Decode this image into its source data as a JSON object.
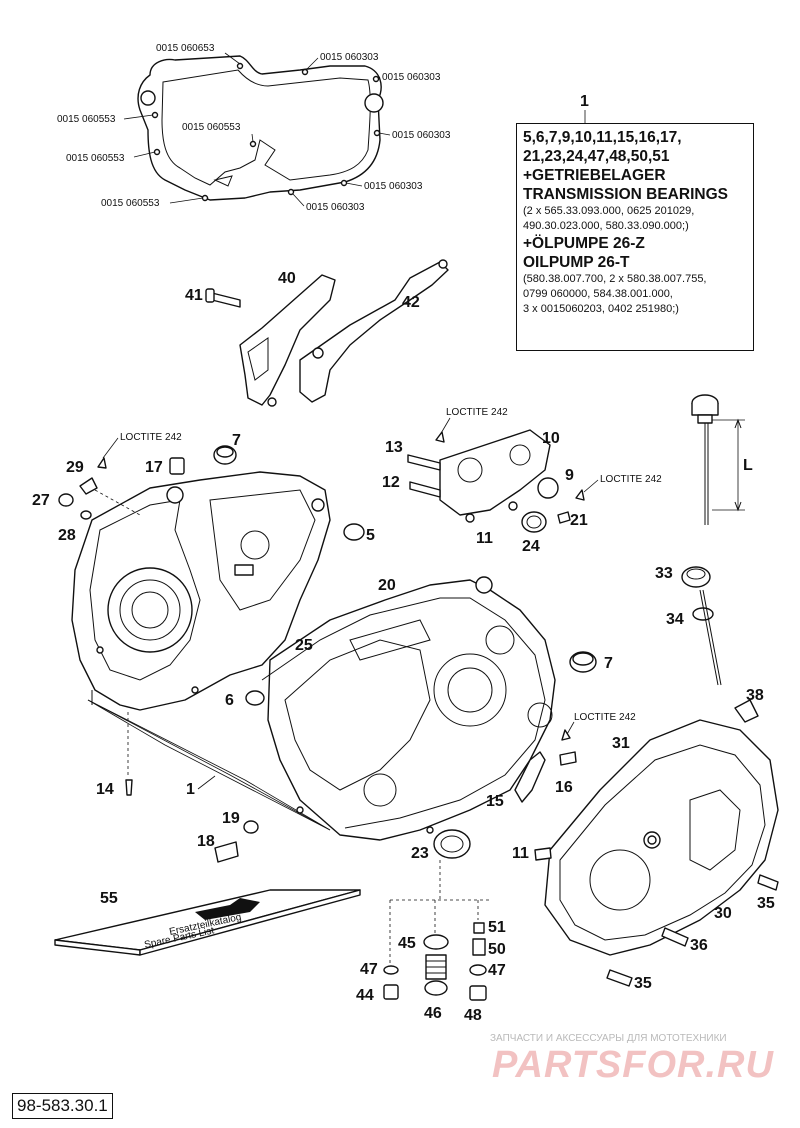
{
  "gasket_numbers": {
    "a": "0015 060653",
    "b": "0015 060303",
    "c": "0015 060303",
    "d": "0015 060553",
    "e": "0015 060553",
    "f": "0015 060303",
    "g": "0015 060553",
    "h": "0015 060303",
    "i": "0015 060553",
    "j": "0015 060303"
  },
  "callouts": {
    "c1_top": "1",
    "c1_case": "1",
    "c5": "5",
    "c6": "6",
    "c7a": "7",
    "c7b": "7",
    "c9": "9",
    "c10": "10",
    "c11a": "11",
    "c11b": "11",
    "c12": "12",
    "c13": "13",
    "c14": "14",
    "c15": "15",
    "c16": "16",
    "c17": "17",
    "c18": "18",
    "c19": "19",
    "c20": "20",
    "c21": "21",
    "c23": "23",
    "c24": "24",
    "c25": "25",
    "c27": "27",
    "c28": "28",
    "c29": "29",
    "c30": "30",
    "c31": "31",
    "c33": "33",
    "c34": "34",
    "c35a": "35",
    "c35b": "35",
    "c36": "36",
    "c38": "38",
    "c40": "40",
    "c41": "41",
    "c42": "42",
    "c44": "44",
    "c45": "45",
    "c46": "46",
    "c47a": "47",
    "c47b": "47",
    "c48": "48",
    "c50": "50",
    "c51": "51",
    "c55": "55",
    "dim_l": "L"
  },
  "loctite": {
    "l1": "LOCTITE 242",
    "l2": "LOCTITE 242",
    "l3": "LOCTITE 242",
    "l4": "LOCTITE 242"
  },
  "info_box": {
    "line1": "5,6,7,9,10,11,15,16,17,",
    "line2": "21,23,24,47,48,50,51",
    "line3": "+GETRIEBELAGER",
    "line4": "TRANSMISSION BEARINGS",
    "line5": "(2 x 565.33.093.000, 0625 201029,",
    "line6": "490.30.023.000, 580.33.090.000;)",
    "line7": "+ÖLPUMPE 26-Z",
    "line8": "OILPUMP 26-T",
    "line9": "(580.38.007.700, 2 x 580.38.007.755,",
    "line10": "0799 060000, 584.38.001.000,",
    "line11": "3 x 0015060203, 0402 251980;)"
  },
  "manual_cover": {
    "line1": "Ersatzteilkatalog",
    "line2": "Spare Parts List"
  },
  "watermark": {
    "line": "ЗАПЧАСТИ И АКСЕССУАРЫ ДЛЯ МОТОТЕХНИКИ",
    "logo": "PARTSFOR.RU"
  },
  "doc_number": "98-583.30.1"
}
